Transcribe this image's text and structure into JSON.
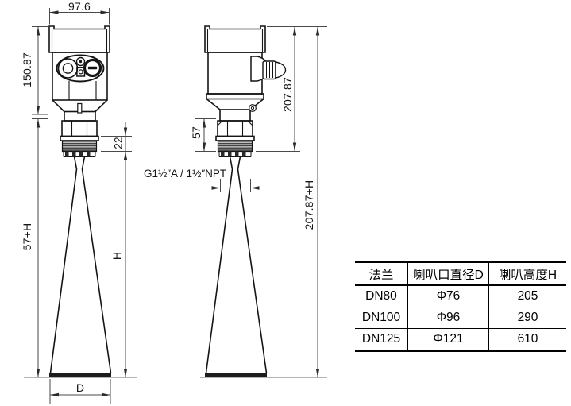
{
  "drawing": {
    "front_view": {
      "top_width": "97.6",
      "housing_height": "150.87",
      "flange_thread_height": "22",
      "overall_height": "57+H",
      "horn_height": "H",
      "horn_mouth_diameter": "D"
    },
    "side_view": {
      "housing_height": "207.87",
      "neck_section_height": "57",
      "overall_height": "207.87+H",
      "thread_spec": "G1½″A / 1½″NPT"
    }
  },
  "spec_table": {
    "headers": [
      "法兰",
      "喇叭口直径D",
      "喇叭高度H"
    ],
    "rows": [
      [
        "DN80",
        "Φ76",
        "205"
      ],
      [
        "DN100",
        "Φ96",
        "290"
      ],
      [
        "DN125",
        "Φ121",
        "610"
      ]
    ]
  },
  "colors": {
    "background": "#ffffff",
    "object_line": "#141414",
    "dimension_line": "#4a4a4a",
    "text": "#141414"
  }
}
